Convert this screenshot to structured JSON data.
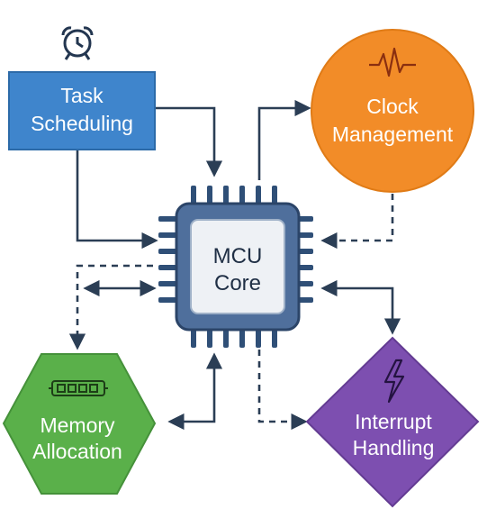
{
  "nodes": {
    "task": {
      "line1": "Task",
      "line2": "Scheduling",
      "color": "#3f85cc",
      "icon": "alarm-clock-icon"
    },
    "clock": {
      "line1": "Clock",
      "line2": "Management",
      "color": "#f28c28",
      "icon": "waveform-icon"
    },
    "core": {
      "line1": "MCU",
      "line2": "Core",
      "color": "#3c5b86",
      "icon": "chip-icon"
    },
    "memory": {
      "line1": "Memory",
      "line2": "Allocation",
      "color": "#5ab04a",
      "icon": "memory-module-icon"
    },
    "interrupt": {
      "line1": "Interrupt",
      "line2": "Handling",
      "color": "#7d4fb0",
      "icon": "lightning-icon"
    }
  },
  "connectors": {
    "color": "#2b3e55",
    "solid": [
      "task-to-core",
      "core-to-clock",
      "memory-core-bidirectional",
      "core-interrupt-bidirectional",
      "core-memory-bidirectional-left",
      "core-up-to-memory"
    ],
    "dashed": [
      "clock-to-core",
      "core-to-memory",
      "core-to-interrupt"
    ]
  }
}
